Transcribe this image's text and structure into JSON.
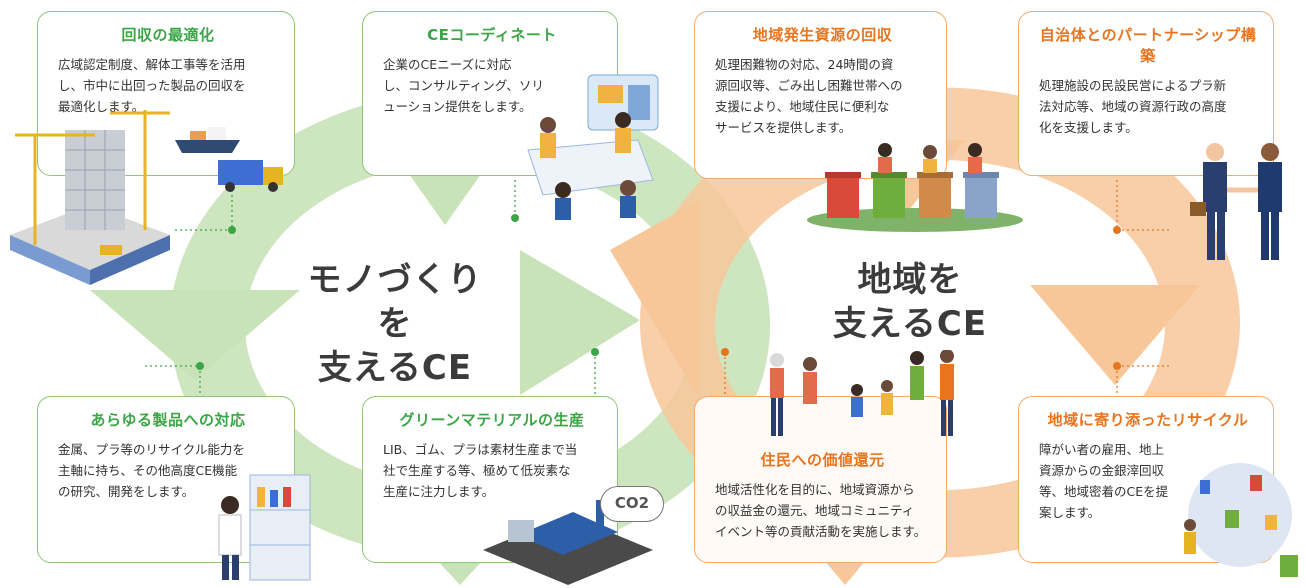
{
  "colors": {
    "green": "#3aa646",
    "green_light": "#c8e3b8",
    "orange": "#e8741e",
    "orange_light": "#f7c79a"
  },
  "left_cycle": {
    "center_line1": "モノづくりを",
    "center_line2": "支えるCE"
  },
  "right_cycle": {
    "center_line1": "地域を",
    "center_line2": "支えるCE"
  },
  "cards": {
    "collection": {
      "title": "回収の最適化",
      "lines": [
        "広域認定制度、解体工事等を活用",
        "し、市中に出回った製品の回収を",
        "最適化します。"
      ]
    },
    "ce_coordinate": {
      "title": "CEコーディネート",
      "lines": [
        "企業のCEニーズに対応",
        "し、コンサルティング、ソリ",
        "ューション提供をします。"
      ]
    },
    "regional_resources": {
      "title": "地域発生資源の回収",
      "lines": [
        "処理困難物の対応、24時間の資",
        "源回収等、ごみ出し困難世帯への",
        "支援により、地域住民に便利な",
        "サービスを提供します。"
      ]
    },
    "partnership": {
      "title": "自治体とのパートナーシップ構築",
      "lines": [
        "処理施設の民設民営によるプラ新",
        "法対応等、地域の資源行政の高度",
        "化を支援します。"
      ]
    },
    "all_products": {
      "title": "あらゆる製品への対応",
      "lines": [
        "金属、プラ等のリサイクル能力を",
        "主軸に持ち、その他高度CE機能",
        "の研究、開発をします。"
      ]
    },
    "green_material": {
      "title": "グリーンマテリアルの生産",
      "lines": [
        "LIB、ゴム、プラは素材生産まで当",
        "社で生産する等、極めて低炭素な",
        "生産に注力します。"
      ]
    },
    "resident_value": {
      "title": "住民への価値還元",
      "lines": [
        "地域活性化を目的に、地域資源から",
        "の収益金の還元、地域コミュニティ",
        "イベント等の貢献活動を実施します。"
      ]
    },
    "regional_recycle": {
      "title": "地域に寄り添ったリサイクル",
      "lines": [
        "障がい者の雇用、地上",
        "資源からの金銀滓回収",
        "等、地域密着のCEを提",
        "案します。"
      ]
    }
  },
  "icons": {
    "co2_label": "CO2"
  }
}
